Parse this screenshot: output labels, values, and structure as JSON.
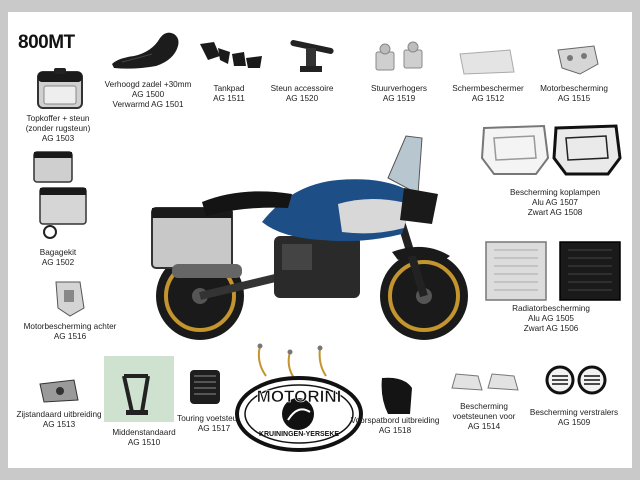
{
  "title": "800MT",
  "logo": {
    "name": "MOTORINI",
    "location": "KRUININGEN-YERSEKE"
  },
  "products": {
    "topkoffer": {
      "line1": "Topkoffer + steun",
      "line2": "(zonder rugsteun)",
      "line3": "AG 1503"
    },
    "zadel": {
      "line1": "Verhoogd zadel +30mm",
      "line2": "AG 1500",
      "line3": "Verwarmd AG 1501"
    },
    "tankpad": {
      "line1": "Tankpad",
      "line2": "AG 1511"
    },
    "steun": {
      "line1": "Steun accessoire",
      "line2": "AG 1520"
    },
    "stuurverhogers": {
      "line1": "Stuurverhogers",
      "line2": "AG 1519"
    },
    "schermbeschermer": {
      "line1": "Schermbeschermer",
      "line2": "AG 1512"
    },
    "motorbescherming": {
      "line1": "Motorbescherming",
      "line2": "AG 1515"
    },
    "koplampen": {
      "line1": "Bescherming koplampen",
      "line2": "Alu AG 1507",
      "line3": "Zwart AG 1508"
    },
    "bagagekit": {
      "line1": "Bagagekit",
      "line2": "AG 1502"
    },
    "radiator": {
      "line1": "Radiatorbescherming",
      "line2": "Alu AG 1505",
      "line3": "Zwart AG 1506"
    },
    "motorbescherming_achter": {
      "line1": "Motorbescherming achter",
      "line2": "AG 1516"
    },
    "zijstandaard": {
      "line1": "Zijstandaard uitbreiding",
      "line2": "AG 1513"
    },
    "middenstandaard": {
      "line1": "Middenstandaard",
      "line2": "AG 1510"
    },
    "touring": {
      "line1": "Touring voetsteunen",
      "line2": "AG 1517"
    },
    "voorspatbord": {
      "line1": "Voorspatbord uitbreiding",
      "line2": "AG 1518"
    },
    "voetsteunen_voor": {
      "line1": "Bescherming",
      "line2": "voetsteunen voor",
      "line3": "AG 1514"
    },
    "verstralers": {
      "line1": "Bescherming verstralers",
      "line2": "AG 1509"
    }
  },
  "colors": {
    "background": "#c9c9c9",
    "panel": "#ffffff",
    "bike_blue": "#1d4f86",
    "wheel_gold": "#c4952e",
    "alu": "#c8c8c8",
    "black": "#151515"
  }
}
